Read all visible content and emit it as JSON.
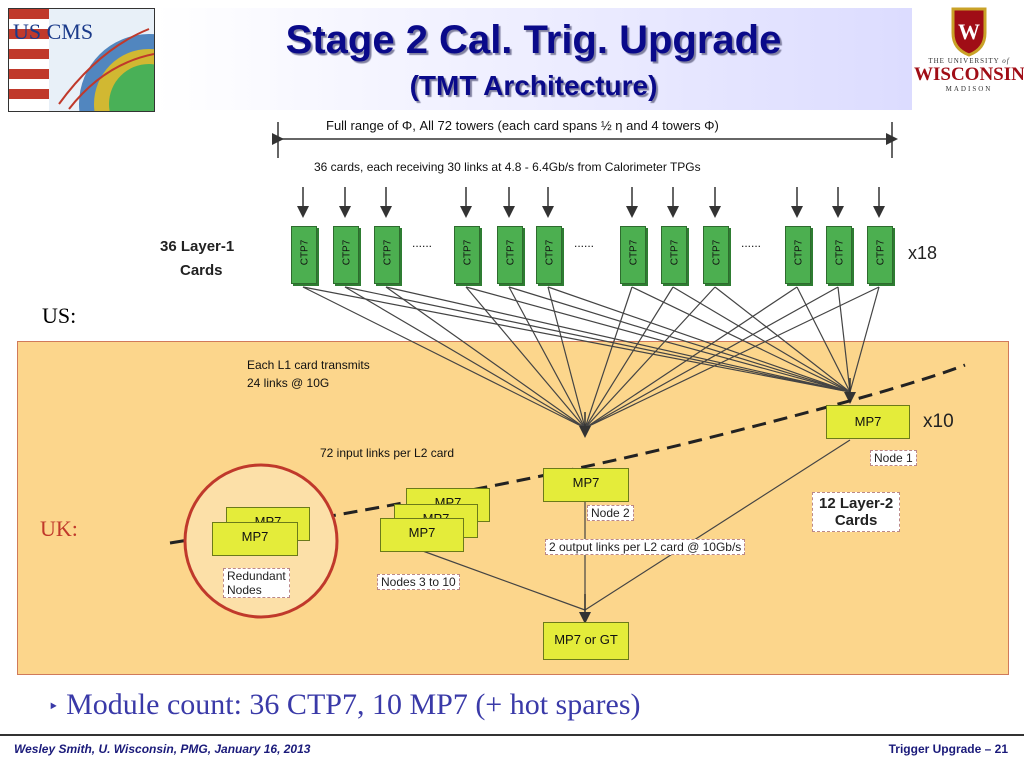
{
  "title": "Stage 2 Cal. Trig. Upgrade",
  "subtitle": "(TMT Architecture)",
  "logos": {
    "uscms": "US CMS",
    "uw_line1": "THE UNIVERSITY",
    "uw_line1b": "of",
    "uw_line2": "WISCONSIN",
    "uw_line3": "MADISON"
  },
  "diagram": {
    "range_label": "Full range of Φ, All 72 towers (each card spans ½ η and 4 towers Φ)",
    "cards_label": "36 cards, each receiving 30 links at 4.8 - 6.4Gb/s from Calorimeter TPGs",
    "layer1_label_1": "36 Layer-1",
    "layer1_label_2": "Cards",
    "card_name": "CTP7",
    "dots": "......",
    "x18": "x18",
    "us_label": "US:",
    "uk_label": "UK:",
    "each_l1_1": "Each L1 card transmits",
    "each_l1_2": "24 links @ 10G",
    "input_links": "72 input links per L2 card",
    "mp7": "MP7",
    "x10": "x10",
    "node1": "Node 1",
    "node2": "Node 2",
    "nodes3_10": "Nodes 3 to 10",
    "redundant_1": "Redundant",
    "redundant_2": "Nodes",
    "layer2_1": "12 Layer-2",
    "layer2_2": "Cards",
    "output_links": "2 output links per L2 card @ 10Gb/s",
    "final": "MP7 or GT"
  },
  "bullet": "Module count: 36 CTP7, 10 MP7 (+ hot spares)",
  "bullet_marker": "‣",
  "footer": {
    "left": "Wesley Smith, U. Wisconsin, PMG, January 16, 2013",
    "right": "Trigger Upgrade  – 21"
  },
  "colors": {
    "title": "#0a0a8a",
    "uk_panel": "#fcd68c",
    "ctp7": "#4caf50",
    "mp7": "#e4ec3a",
    "redundant_circle": "#c0392b"
  }
}
